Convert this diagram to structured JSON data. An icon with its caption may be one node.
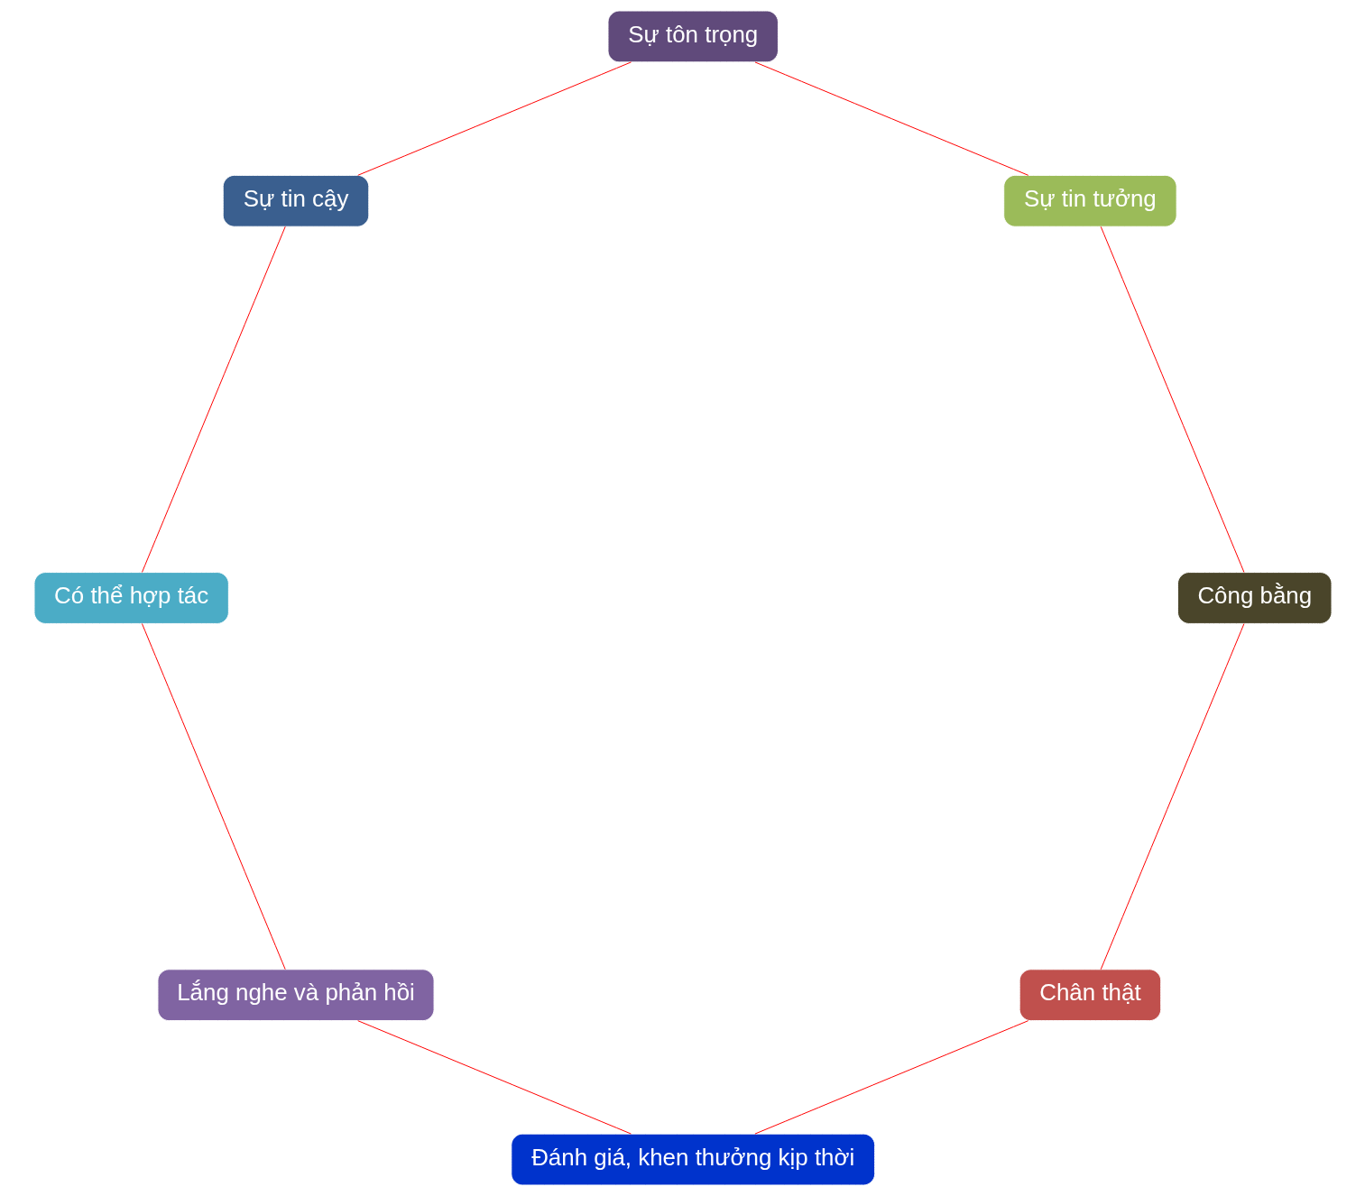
{
  "diagram": {
    "nodes": [
      {
        "text": [
          "Chân thật"
        ]
      },
      {
        "text": [
          "Đánh giá, khen thưởng kịp thời"
        ]
      },
      {
        "text": [
          "Lắng nghe và phản hồi"
        ]
      },
      {
        "text": [
          "Có thể hợp tác"
        ]
      },
      {
        "text": [
          "Sự tin cậy"
        ]
      },
      {
        "text": [
          "Sự tôn trọng"
        ]
      },
      {
        "text": [
          "Sự tin tưởng"
        ]
      },
      {
        "text": [
          "Công bằng"
        ]
      }
    ],
    "edges": [
      {
        "from": 0,
        "to": 1,
        "arrow": "none"
      },
      {
        "from": 1,
        "to": 2,
        "arrow": "none"
      },
      {
        "from": 2,
        "to": 3,
        "arrow": "none"
      },
      {
        "from": 3,
        "to": 4,
        "arrow": "none"
      },
      {
        "from": 4,
        "to": 5,
        "arrow": "none"
      },
      {
        "from": 5,
        "to": 6,
        "arrow": "none"
      },
      {
        "from": 6,
        "to": 7,
        "arrow": "none"
      },
      {
        "from": 7,
        "to": 0,
        "arrow": "none"
      }
    ]
  }
}
